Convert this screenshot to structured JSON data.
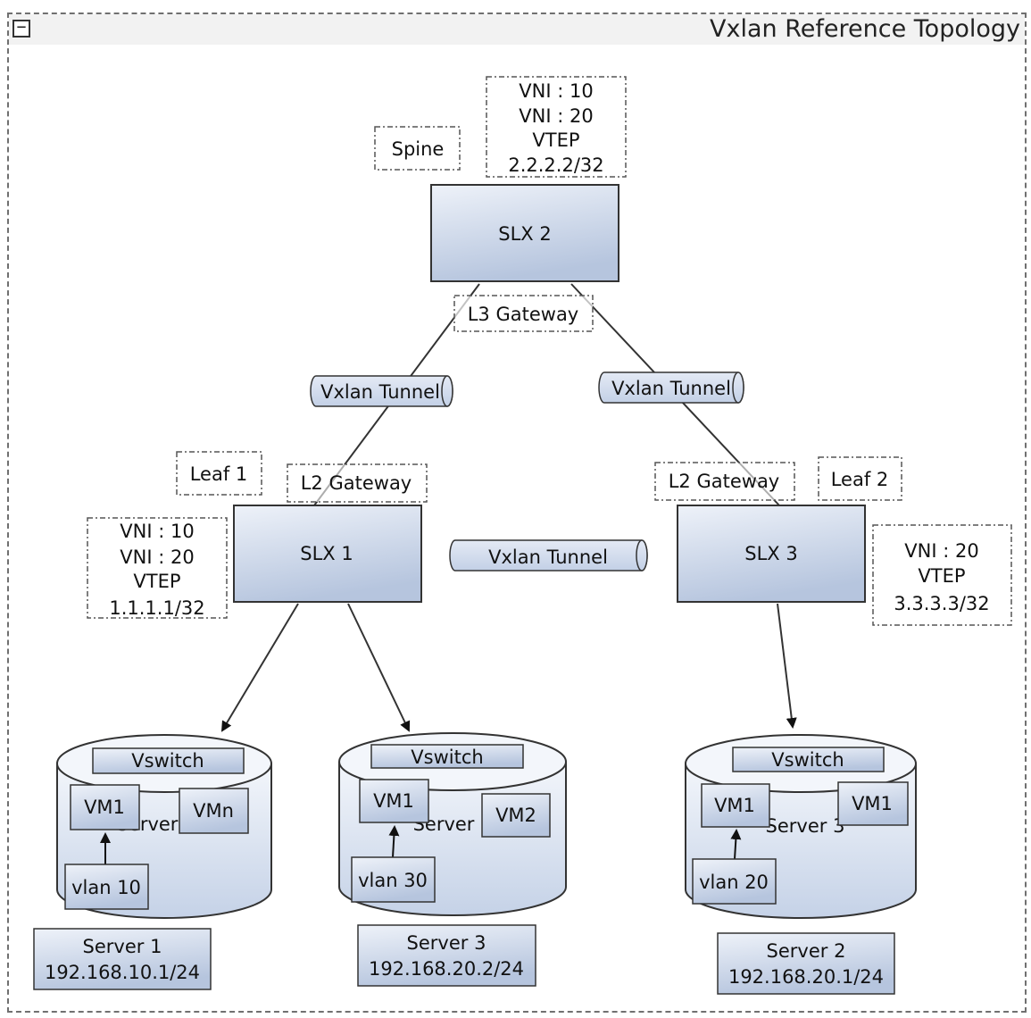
{
  "window": {
    "title": "Vxlan Reference Topology",
    "collapse_glyph": "−"
  },
  "tags": {
    "spine": "Spine",
    "leaf1": "Leaf 1",
    "leaf2": "Leaf 2",
    "l3_gateway": "L3 Gateway",
    "l2_gateway_1": "L2 Gateway",
    "l2_gateway_2": "L2 Gateway"
  },
  "switches": {
    "slx2": "SLX 2",
    "slx1": "SLX 1",
    "slx3": "SLX 3"
  },
  "notes": {
    "slx2": [
      "VNI : 10",
      "VNI : 20",
      "VTEP",
      "2.2.2.2/32"
    ],
    "slx1": [
      "VNI : 10",
      "VNI : 20",
      "VTEP",
      "1.1.1.1/32"
    ],
    "slx3": [
      "VNI : 20",
      "VTEP",
      "3.3.3.3/32"
    ]
  },
  "tunnels": {
    "left": "Vxlan Tunnel",
    "right": "Vxlan Tunnel",
    "middle": "Vxlan Tunnel"
  },
  "servers": {
    "s1": {
      "vswitch": "Vswitch",
      "name": "Server",
      "vm_a": "VM1",
      "vm_b": "VMn",
      "vlan": "vlan 10",
      "caption": [
        "Server 1",
        "192.168.10.1/24"
      ]
    },
    "s2": {
      "vswitch": "Vswitch",
      "name": "Server",
      "vm_a": "VM1",
      "vm_b": "VM2",
      "vlan": "vlan 30",
      "caption": [
        "Server 3",
        "192.168.20.2/24"
      ]
    },
    "s3": {
      "vswitch": "Vswitch",
      "name": "Server 3",
      "vm_a": "VM1",
      "vm_b": "VM1",
      "vlan": "vlan 20",
      "caption": [
        "Server 2",
        "192.168.20.1/24"
      ]
    }
  },
  "colors": {
    "box_fill_top": "#e8edf6",
    "box_fill_bottom": "#b7c6df",
    "stroke": "#333333"
  }
}
